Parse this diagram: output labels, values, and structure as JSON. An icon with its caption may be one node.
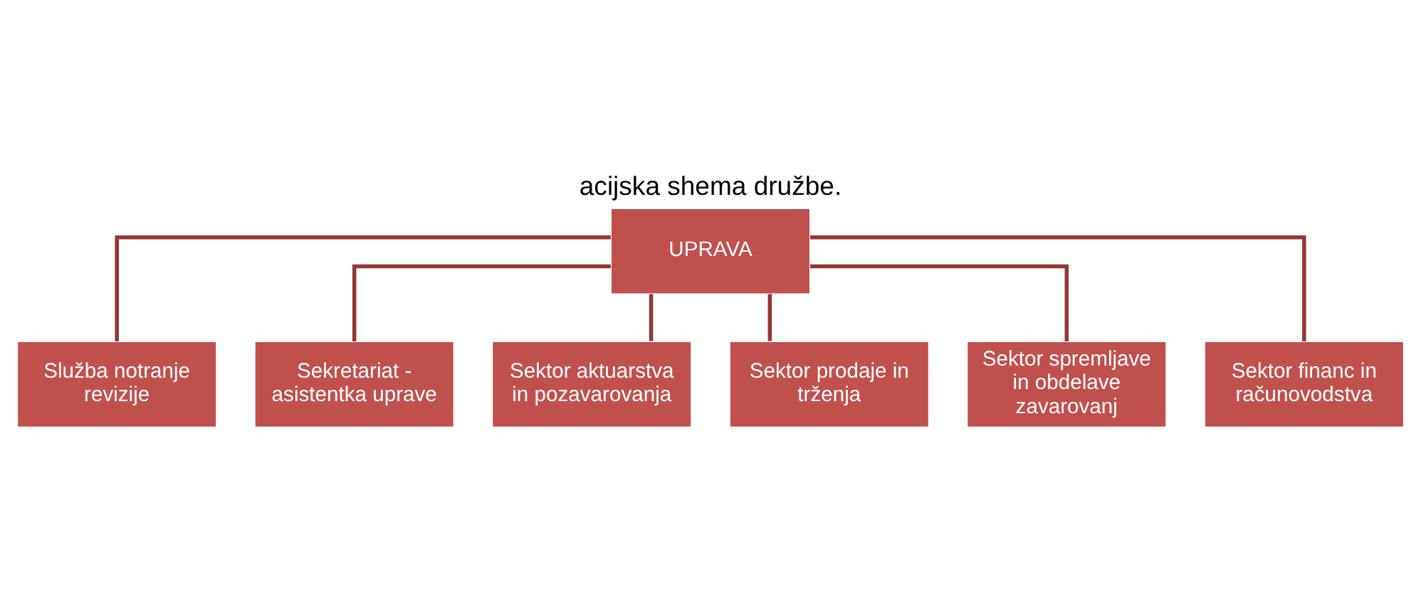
{
  "diagram": {
    "title": "acijska shema družbe.",
    "nodes": [
      {
        "text": [
          "UPRAVA"
        ]
      },
      {
        "text": [
          "Služba notranje revizije"
        ]
      },
      {
        "text": [
          "Sekretariat - asistentka uprave"
        ]
      },
      {
        "text": [
          "Sektor aktuarstva in pozavarovanja"
        ]
      },
      {
        "text": [
          "Sektor prodaje in trženja"
        ]
      },
      {
        "text": [
          "Sektor spremljave in obdelave zavarovanj"
        ]
      },
      {
        "text": [
          "Sektor financ in računovodstva"
        ]
      }
    ],
    "edges": [
      {
        "from": 0,
        "to": 1,
        "arrow": "none"
      },
      {
        "from": 0,
        "to": 2,
        "arrow": "none"
      },
      {
        "from": 0,
        "to": 3,
        "arrow": "none"
      },
      {
        "from": 0,
        "to": 4,
        "arrow": "none"
      },
      {
        "from": 0,
        "to": 5,
        "arrow": "none"
      },
      {
        "from": 0,
        "to": 6,
        "arrow": "none"
      }
    ]
  }
}
